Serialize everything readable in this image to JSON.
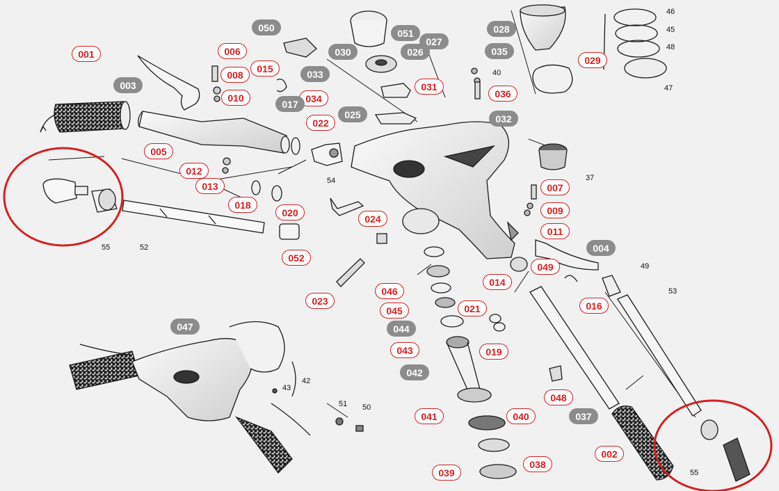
{
  "colors": {
    "red": "#d42020",
    "grey": "#8c8c8c",
    "ink": "#1a1a1a",
    "background": "#f1f1f1"
  },
  "red_tags": [
    "001",
    "006",
    "008",
    "015",
    "010",
    "034",
    "022",
    "031",
    "036",
    "029",
    "005",
    "012",
    "013",
    "018",
    "020",
    "052",
    "024",
    "007",
    "009",
    "011",
    "049",
    "014",
    "016",
    "046",
    "045",
    "021",
    "043",
    "019",
    "023",
    "048",
    "041",
    "040",
    "039",
    "038",
    "002"
  ],
  "grey_tags": [
    "050",
    "051",
    "027",
    "030",
    "026",
    "028",
    "035",
    "003",
    "033",
    "017",
    "025",
    "032",
    "004",
    "044",
    "042",
    "037",
    "047"
  ],
  "numbers": [
    "46",
    "45",
    "48",
    "47",
    "40",
    "37",
    "55",
    "52",
    "54",
    "53",
    "49",
    "42",
    "43",
    "51",
    "50",
    "55"
  ]
}
